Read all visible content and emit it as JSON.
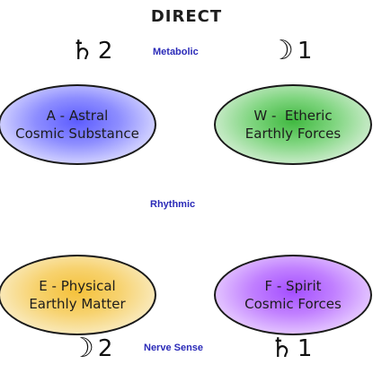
{
  "title": "DIRECT",
  "top": {
    "left": {
      "glyph": "♄",
      "icon": "saturn-icon",
      "number": "2"
    },
    "right": {
      "glyph": "☽",
      "icon": "moon-icon",
      "number": "1"
    },
    "label": "Metabolic"
  },
  "middle": {
    "label": "Rhythmic"
  },
  "bottom": {
    "left": {
      "glyph": "☽",
      "icon": "moon-icon",
      "number": "2"
    },
    "right": {
      "glyph": "♄",
      "icon": "saturn-icon",
      "number": "1"
    },
    "label": "Nerve Sense"
  },
  "ellipses": {
    "astral": {
      "line1": "A - Astral",
      "line2": "Cosmic Substance",
      "color": "#5b5bff"
    },
    "etheric": {
      "line1": "W -  Etheric",
      "line2": "Earthly Forces",
      "color": "#3fb83f"
    },
    "physical": {
      "line1": "E - Physical",
      "line2": "Earthly Matter",
      "color": "#f5c13a"
    },
    "spirit": {
      "line1": "F - Spirit",
      "line2": "Cosmic Forces",
      "color": "#a34dff"
    }
  },
  "accent_label_color": "#2a2ab8"
}
